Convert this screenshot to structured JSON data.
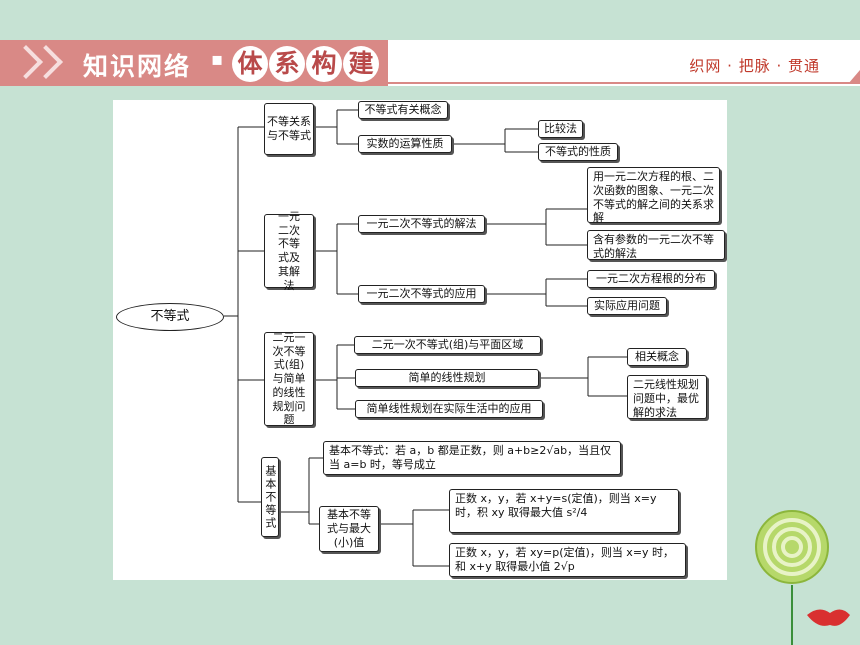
{
  "header": {
    "title_left": "知识网络",
    "title_dot": "▪",
    "title_right_chars": [
      "体",
      "系",
      "构",
      "建"
    ],
    "subtitle": "织网 · 把脉 · 贯通"
  },
  "diagram": {
    "root": "不等式",
    "n1": "不等关系与不等式",
    "n1a": "不等式有关概念",
    "n1b": "实数的运算性质",
    "n1b1": "比较法",
    "n1b2": "不等式的性质",
    "n2": "一元二次不等式及其解法",
    "n2a": "一元二次不等式的解法",
    "n2a1": "用一元二次方程的根、二次函数的图象、一元二次不等式的解之间的关系求解",
    "n2a2": "含有参数的一元二次不等式的解法",
    "n2b": "一元二次不等式的应用",
    "n2b1": "一元二次方程根的分布",
    "n2b2": "实际应用问题",
    "n3": "二元一次不等式(组)与简单的线性规划问题",
    "n3a": "二元一次不等式(组)与平面区域",
    "n3b": "简单的线性规划",
    "n3b1": "相关概念",
    "n3b2": "二元线性规划问题中，最优解的求法",
    "n3c": "简单线性规划在实际生活中的应用",
    "n4": "基本不等式",
    "n4a": "基本不等式：若 a，b 都是正数，则 a+b≥2√ab，当且仅当 a=b 时，等号成立",
    "n4b": "基本不等式与最大(小)值",
    "n4b1": "正数 x，y，若 x+y=s(定值)，则当 x=y 时，积 xy 取得最大值 s²/4",
    "n4b2": "正数 x，y，若 xy=p(定值)，则当 x=y 时，和 x+y 取得最小值 2√p"
  }
}
